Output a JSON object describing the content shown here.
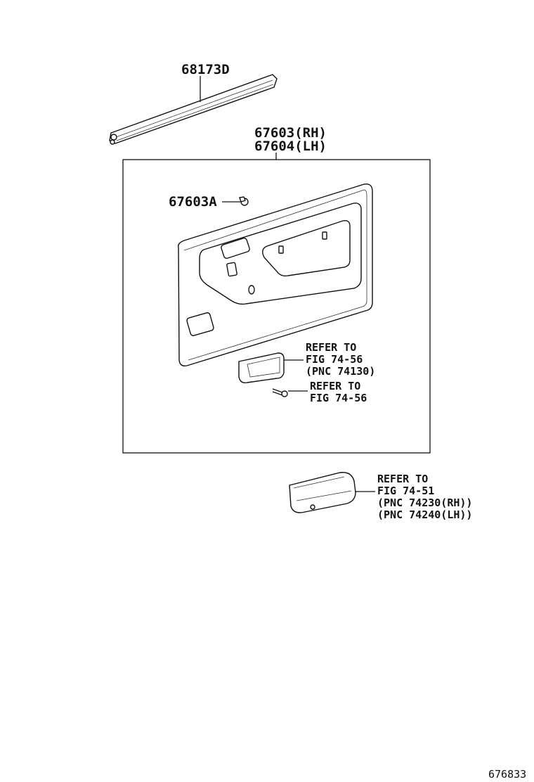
{
  "labels": {
    "molding": "68173D",
    "panel_rh": "67603(RH)",
    "panel_lh": "67604(LH)",
    "clip": "67603A",
    "ref1_line1": "REFER TO",
    "ref1_line2": "FIG 74-56",
    "ref1_line3": "(PNC 74130)",
    "ref2_line1": "REFER TO",
    "ref2_line2": "FIG 74-56",
    "ref3_line1": "REFER TO",
    "ref3_line2": "FIG 74-51",
    "ref3_line3": "(PNC 74230(RH))",
    "ref3_line4": "(PNC 74240(LH))",
    "figure_id": "676833"
  }
}
